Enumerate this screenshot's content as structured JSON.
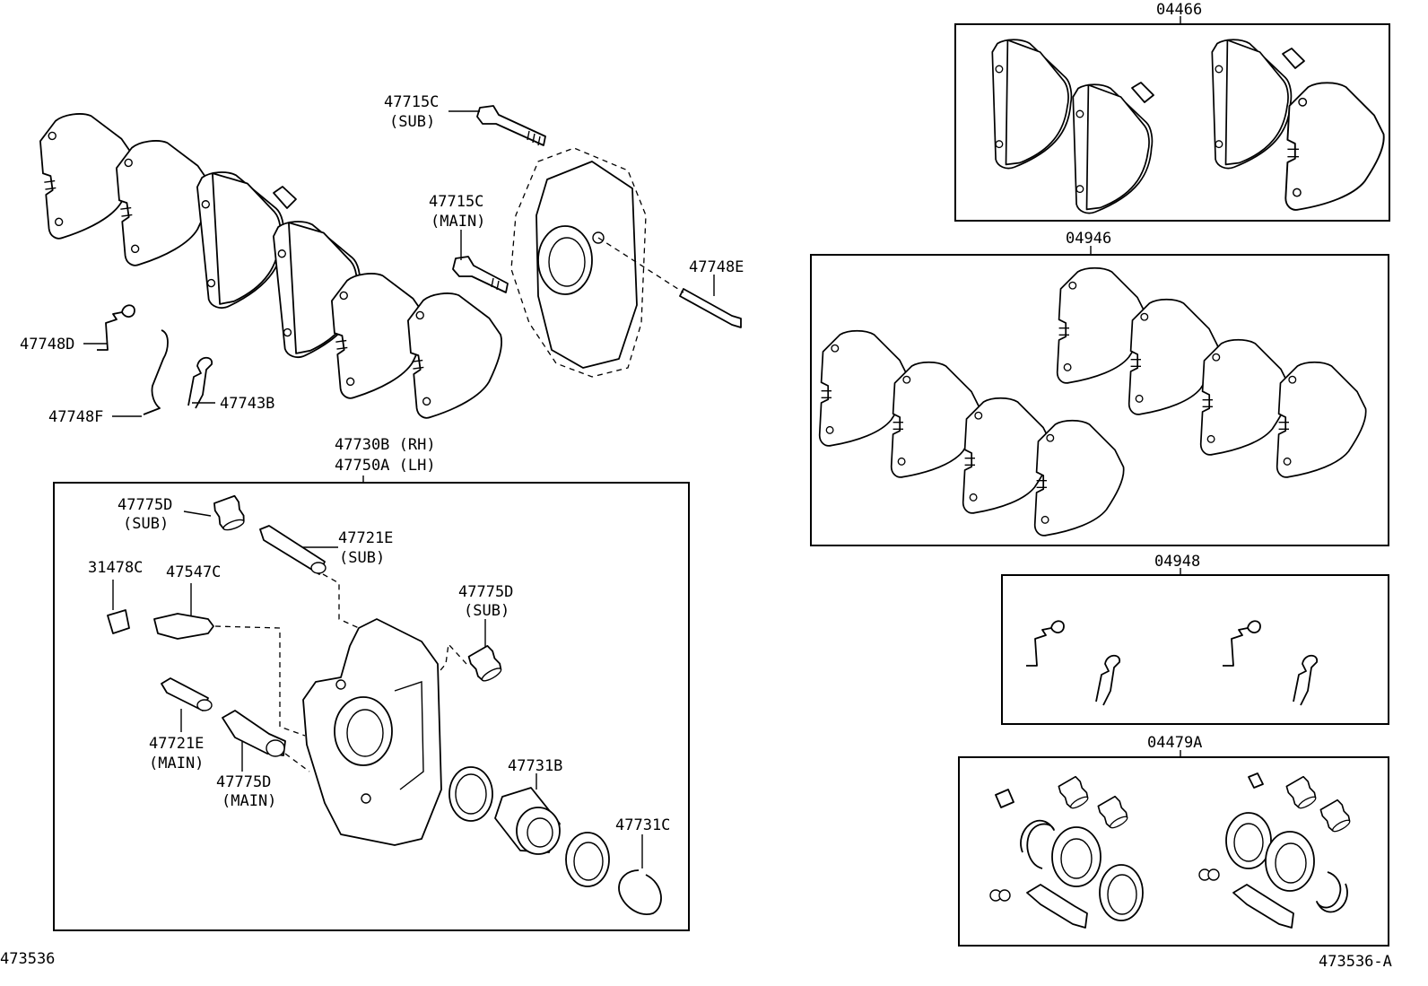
{
  "labels": {
    "p47715c_sub": "47715C",
    "p47715c_sub_note": "(SUB)",
    "p47715c_main": "47715C",
    "p47715c_main_note": "(MAIN)",
    "p47748e": "47748E",
    "p47748d": "47748D",
    "p47748f": "47748F",
    "p47743b": "47743B",
    "p47730b": "47730B (RH)",
    "p47750a": "47750A (LH)",
    "p47775d_sub1": "47775D",
    "p47775d_sub1_note": "(SUB)",
    "p47721e_sub": "47721E",
    "p47721e_sub_note": "(SUB)",
    "p31478c": "31478C",
    "p47547c": "47547C",
    "p47775d_sub2": "47775D",
    "p47775d_sub2_note": "(SUB)",
    "p47721e_main": "47721E",
    "p47721e_main_note": "(MAIN)",
    "p47775d_main": "47775D",
    "p47775d_main_note": "(MAIN)",
    "p47731b": "47731B",
    "p47731c": "47731C",
    "kit04466": "04466",
    "kit04946": "04946",
    "kit04948": "04948",
    "kit04479a": "04479A",
    "code_left": "473536",
    "code_right": "473536-A"
  }
}
